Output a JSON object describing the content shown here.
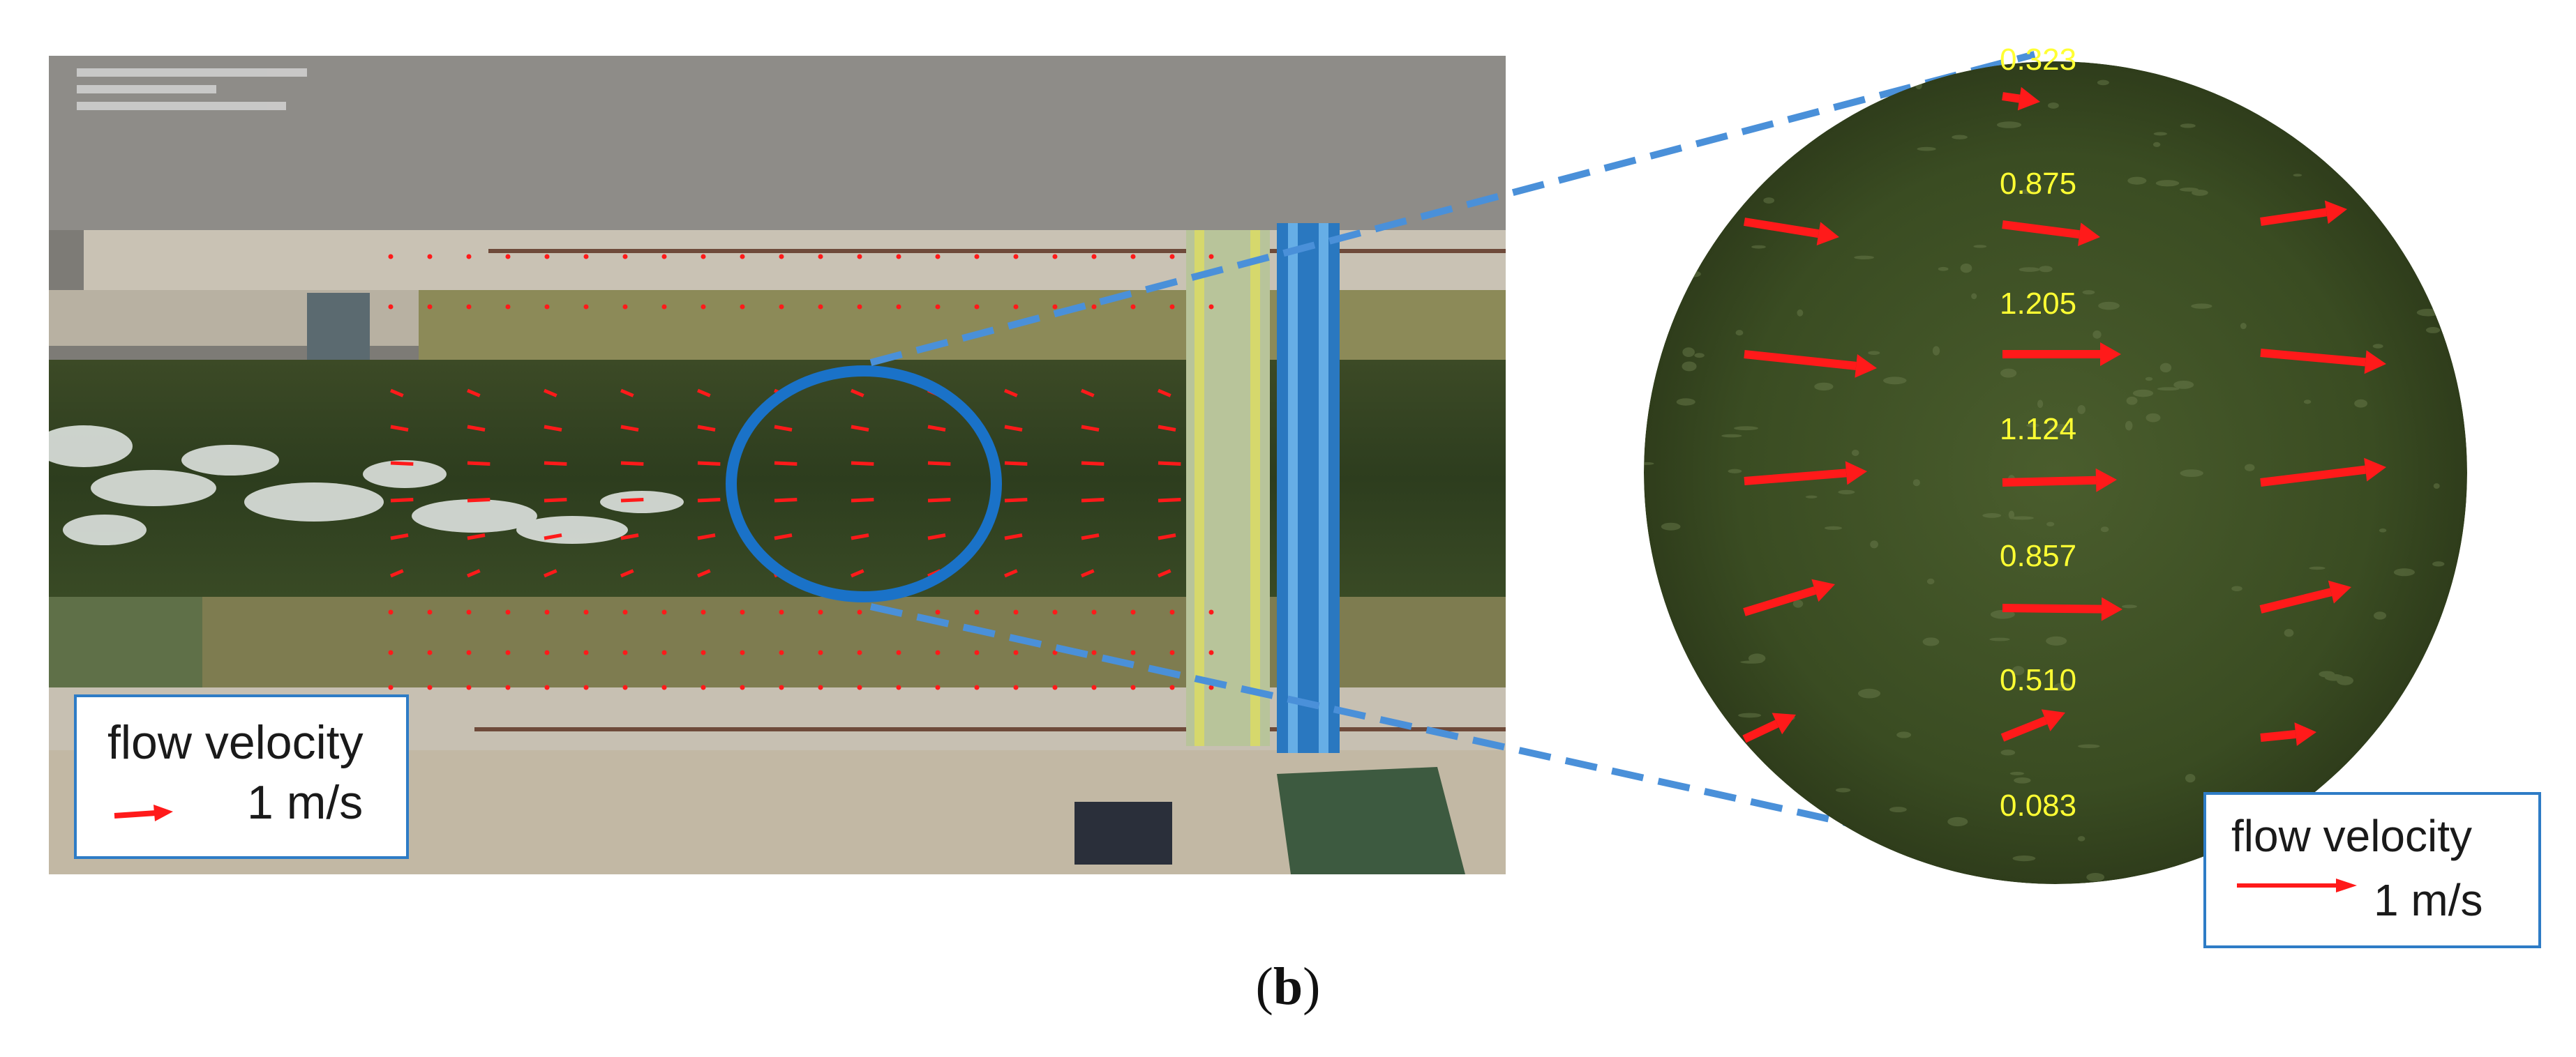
{
  "left_panel": {
    "legend": {
      "title": "flow velocity",
      "scale": "1 m/s"
    },
    "arrow_color": "#ff1a1a",
    "circle_color": "#1a72c8"
  },
  "zoom_panel": {
    "velocity_labels": [
      "0.323",
      "0.875",
      "1.205",
      "1.124",
      "0.857",
      "0.510",
      "0.083"
    ],
    "label_color": "#ffff33",
    "legend": {
      "title": "flow velocity",
      "scale": "1 m/s"
    }
  },
  "connector_color": "#4a90d9",
  "caption": {
    "open": "(",
    "letter": "b",
    "close": ")"
  }
}
